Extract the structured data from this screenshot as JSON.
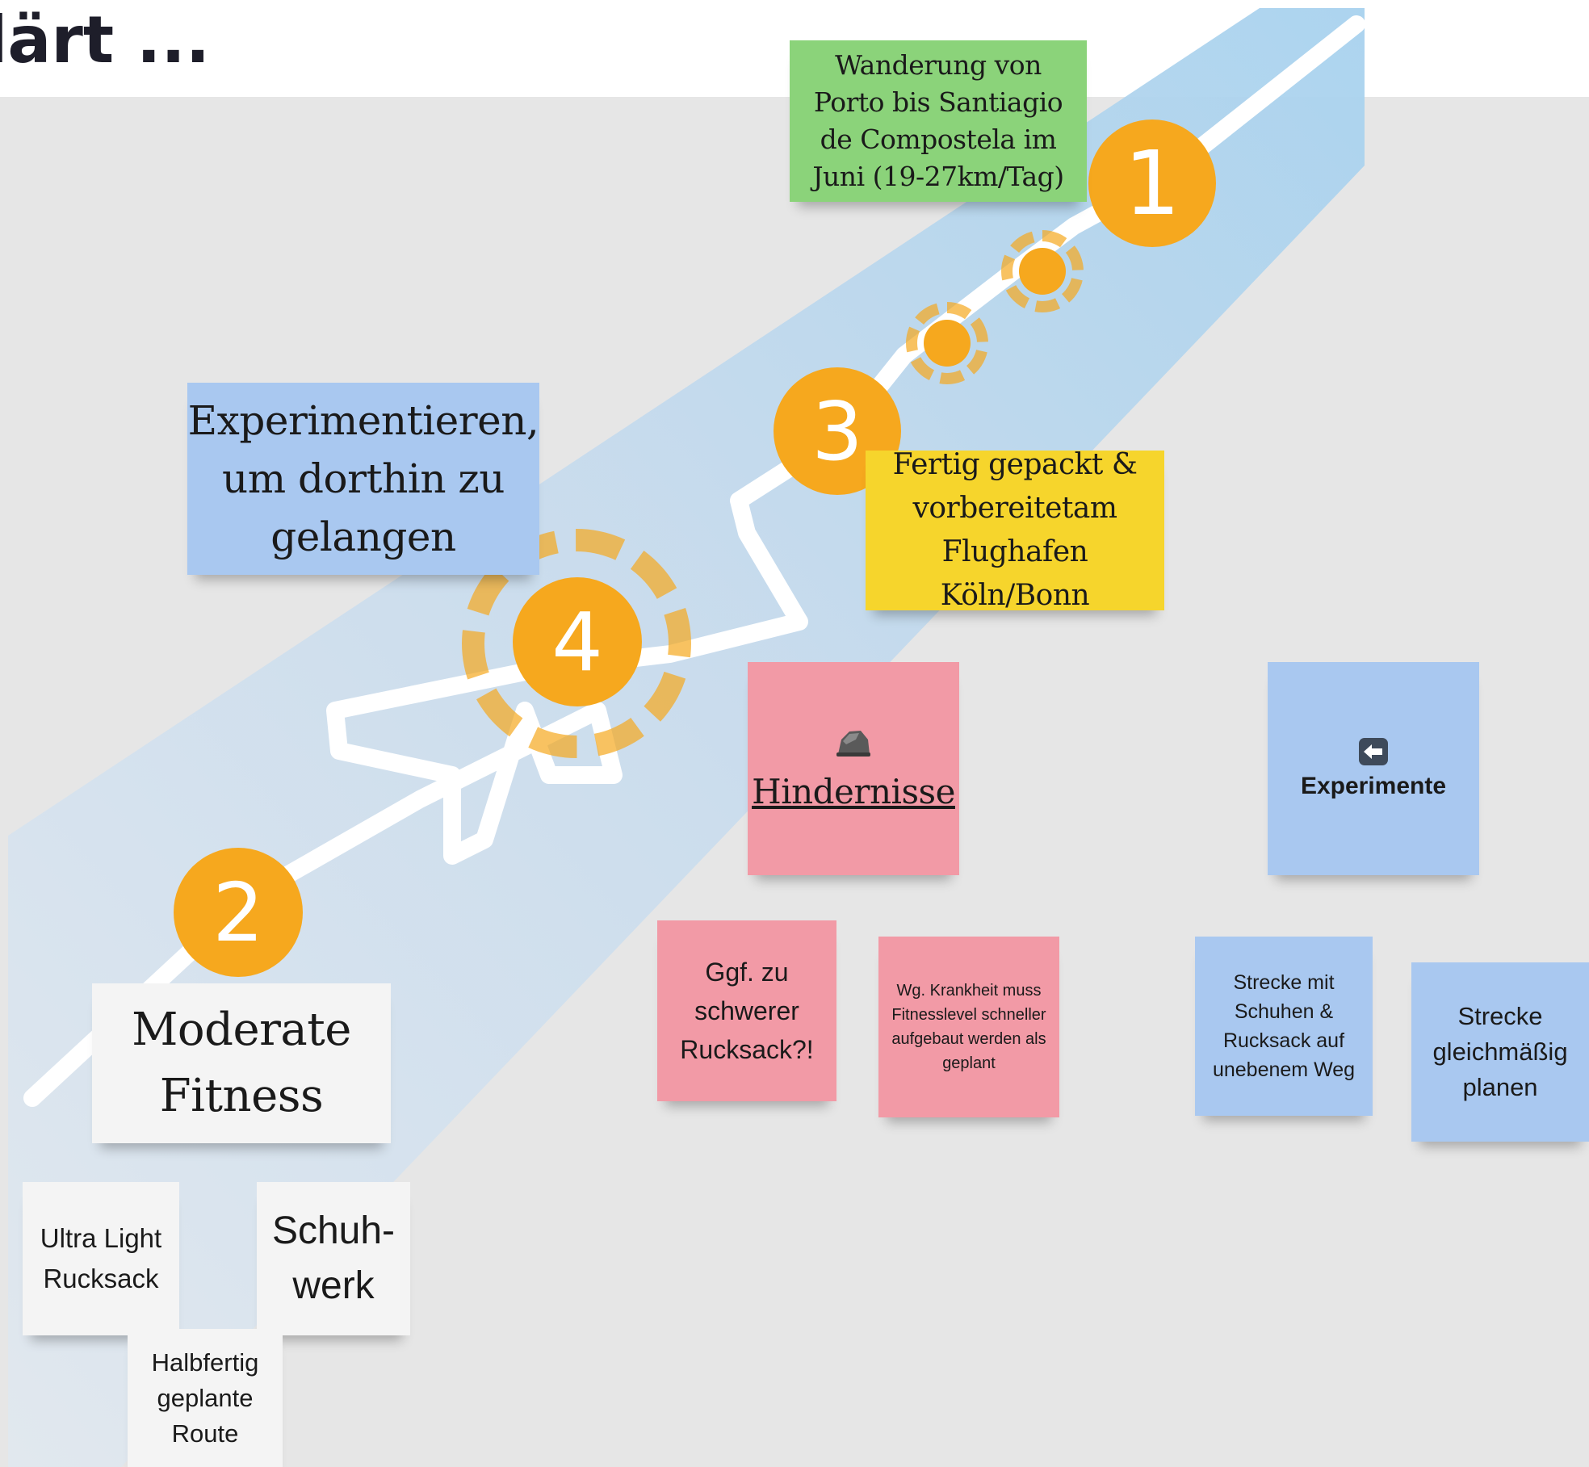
{
  "header": {
    "title": "lärt ..."
  },
  "steps": {
    "s1": "1",
    "s2": "2",
    "s3": "3",
    "s4": "4"
  },
  "notes": {
    "goal": "Wanderung von Porto bis Santiagio de Compostela im Juni (19-27km/Tag)",
    "experiment": "Experimentieren, um dorthin zu gelangen",
    "packed": "Fertig gepackt  & vorbereitetam Flughafen Köln/Bonn",
    "obstacles": "Hindernisse",
    "experiments": "Experimente",
    "moderate_line1": "Moderate",
    "moderate_line2": "Fitness",
    "backpack_heavy": "Ggf. zu schwerer Rucksack?!",
    "illness": "Wg. Krankheit muss Fitnesslevel schneller aufgebaut werden als geplant",
    "route_shoes": "Strecke mit Schuhen & Rucksack auf unebenem Weg",
    "route_even": "Strecke gleichmäßig planen",
    "ultralight": "Ultra Light Rucksack",
    "shoes_line1": "Schuh-",
    "shoes_line2": "werk",
    "halfplanned": "Halbfertig geplante Route"
  },
  "icons": {
    "obstacles": "rock-icon",
    "experiments": "left-arrow-icon"
  },
  "colors": {
    "green_note": "#8bd37a",
    "yellow_note": "#f6d52c",
    "blue_note": "#a9c8f0",
    "pink_note": "#f29aa6",
    "white_note": "#f4f4f4",
    "step_orange": "#f6a81e",
    "road": "#c9dcee"
  }
}
